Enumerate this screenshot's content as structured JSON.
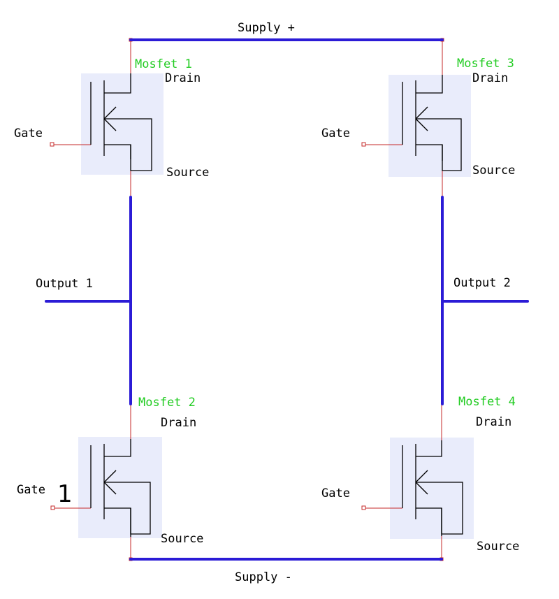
{
  "colors": {
    "bus": "#2b1bd6",
    "trace": "#c62828",
    "mosfet_box": "#e9ecfb",
    "mosfet_label": "#22cc22",
    "symbol": "#000000"
  },
  "labels": {
    "supply_plus": "Supply +",
    "supply_minus": "Supply -",
    "output_1": "Output 1",
    "output_2": "Output 2",
    "stray_one": "1"
  },
  "mosfets": [
    {
      "name": "Mosfet 1",
      "drain": "Drain",
      "source": "Source",
      "gate": "Gate"
    },
    {
      "name": "Mosfet 3",
      "drain": "Drain",
      "source": "Source",
      "gate": "Gate"
    },
    {
      "name": "Mosfet 2",
      "drain": "Drain",
      "source": "Source",
      "gate": "Gate"
    },
    {
      "name": "Mosfet 4",
      "drain": "Drain",
      "source": "Source",
      "gate": "Gate"
    }
  ]
}
